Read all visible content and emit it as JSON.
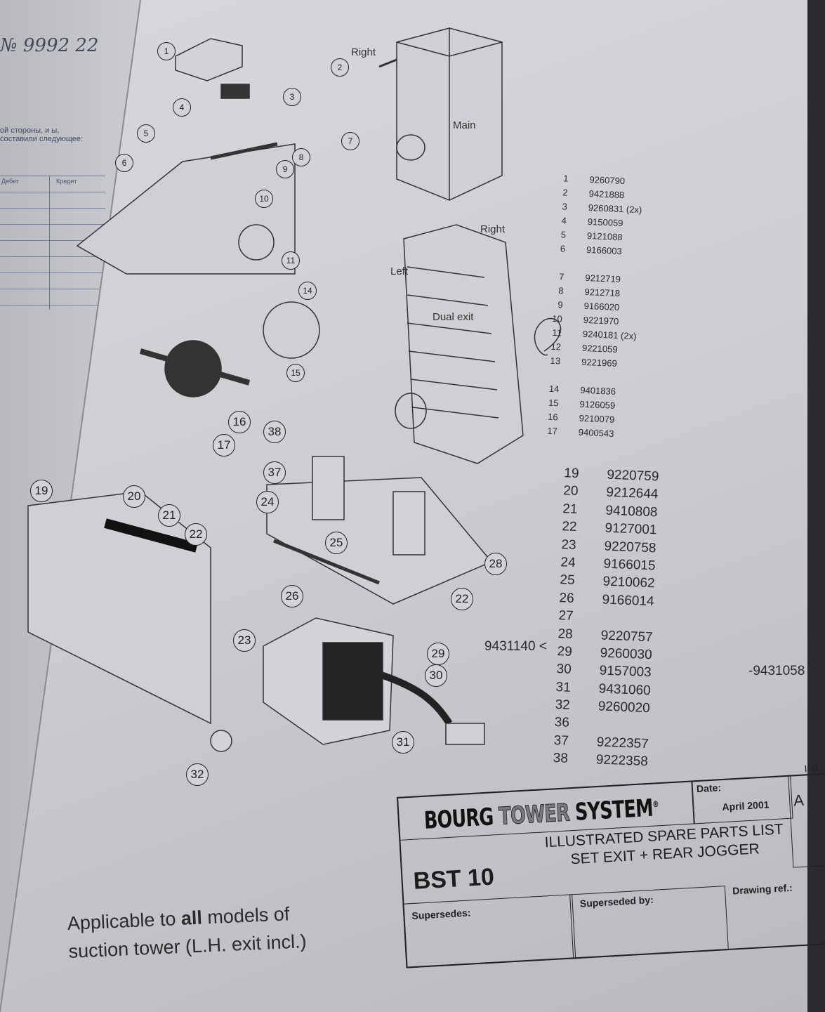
{
  "left_page": {
    "handwriting": "№ 9992 22",
    "russian_text": "ой стороны, и ы, составили следующее:",
    "table_headers": [
      "Дебет",
      "Кредит"
    ]
  },
  "diagram": {
    "labels": {
      "right_top": "Right",
      "main": "Main",
      "right_mid": "Right",
      "left": "Left",
      "dual_exit": "Dual exit"
    },
    "callouts": [
      "1",
      "2",
      "3",
      "4",
      "5",
      "6",
      "7",
      "8",
      "9",
      "10",
      "11",
      "14",
      "15",
      "16",
      "17",
      "38",
      "37",
      "24",
      "25",
      "28",
      "26",
      "22",
      "19",
      "20",
      "21",
      "22",
      "23",
      "29",
      "30",
      "31",
      "32"
    ]
  },
  "parts_list_a": [
    {
      "item": "1",
      "part": "9260790"
    },
    {
      "item": "2",
      "part": "9421888"
    },
    {
      "item": "3",
      "part": "9260831 (2x)"
    },
    {
      "item": "4",
      "part": "9150059"
    },
    {
      "item": "5",
      "part": "9121088"
    },
    {
      "item": "6",
      "part": "9166003"
    },
    {
      "item": "",
      "part": ""
    },
    {
      "item": "7",
      "part": "9212719"
    },
    {
      "item": "8",
      "part": "9212718"
    },
    {
      "item": "9",
      "part": "9166020"
    },
    {
      "item": "10",
      "part": "9221970"
    },
    {
      "item": "11",
      "part": "9240181 (2x)"
    },
    {
      "item": "12",
      "part": "9221059"
    },
    {
      "item": "13",
      "part": "9221969"
    },
    {
      "item": "",
      "part": ""
    },
    {
      "item": "14",
      "part": "9401836"
    },
    {
      "item": "15",
      "part": "9126059"
    },
    {
      "item": "16",
      "part": "9210079"
    },
    {
      "item": "17",
      "part": "9400543"
    }
  ],
  "parts_list_b": [
    {
      "item": "19",
      "part": "9220759"
    },
    {
      "item": "20",
      "part": "9212644"
    },
    {
      "item": "21",
      "part": "9410808"
    },
    {
      "item": "22",
      "part": "9127001"
    },
    {
      "item": "23",
      "part": "9220758"
    },
    {
      "item": "24",
      "part": "9166015"
    },
    {
      "item": "25",
      "part": "9210062"
    },
    {
      "item": "26",
      "part": "9166014"
    },
    {
      "item": "27",
      "part": ""
    },
    {
      "item": "28",
      "part": "9220757"
    },
    {
      "item": "29",
      "part": "9260030"
    },
    {
      "item": "30",
      "part": "9157003"
    },
    {
      "item": "31",
      "part": "9431060"
    },
    {
      "item": "32",
      "part": "9260020"
    },
    {
      "item": "36",
      "part": ""
    },
    {
      "item": "37",
      "part": "9222357"
    },
    {
      "item": "38",
      "part": "9222358"
    }
  ],
  "assembly_19_38": "9431140",
  "assembly_29_32": "9431058",
  "title_block": {
    "brand_1": "BOURG",
    "brand_2": "TOWER",
    "brand_3": "SYSTEM",
    "registered": "®",
    "date_label": "Date:",
    "date_value": "April 2001",
    "index_label": "Ind",
    "index_value": "A",
    "model": "BST 10",
    "title_line1": "ILLUSTRATED SPARE PARTS LIST",
    "title_line2": "SET EXIT + REAR JOGGER",
    "supersedes_label": "Supersedes:",
    "superseded_by_label": "Superseded by:",
    "drawing_ref_label": "Drawing ref.:"
  },
  "applicability": {
    "pre": "Applicable to ",
    "bold": "all",
    "post": " models of",
    "line2": "suction tower (L.H. exit incl.)"
  }
}
